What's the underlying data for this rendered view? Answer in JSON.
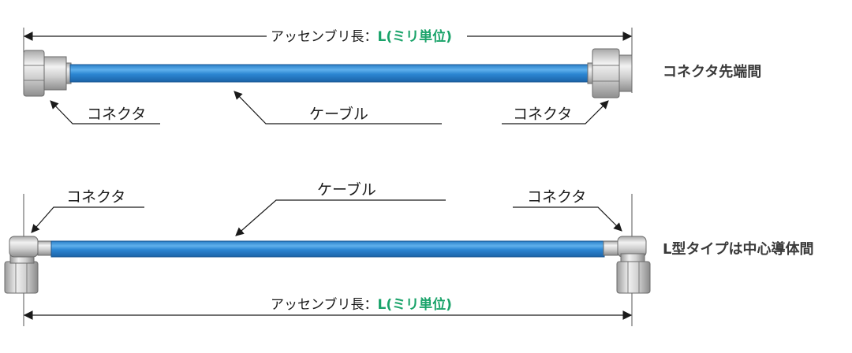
{
  "assembly_top": {
    "dimension": {
      "label": "アッセンブリ長：",
      "value": "L(ミリ単位)"
    },
    "connector_left_label": "コネクタ",
    "cable_label": "ケーブル",
    "connector_right_label": "コネクタ",
    "note": "コネクタ先端間"
  },
  "assembly_bottom": {
    "connector_left_label": "コネクタ",
    "cable_label": "ケーブル",
    "connector_right_label": "コネクタ",
    "dimension": {
      "label": "アッセンブリ長：",
      "value": "L(ミリ単位)"
    },
    "note": "L型タイプは中心導体間"
  },
  "colors": {
    "cable": "#1f7fcf",
    "cable_highlight": "#62b4f0",
    "metal": "#c9c9c9",
    "dimension_value": "#1aa36a"
  }
}
